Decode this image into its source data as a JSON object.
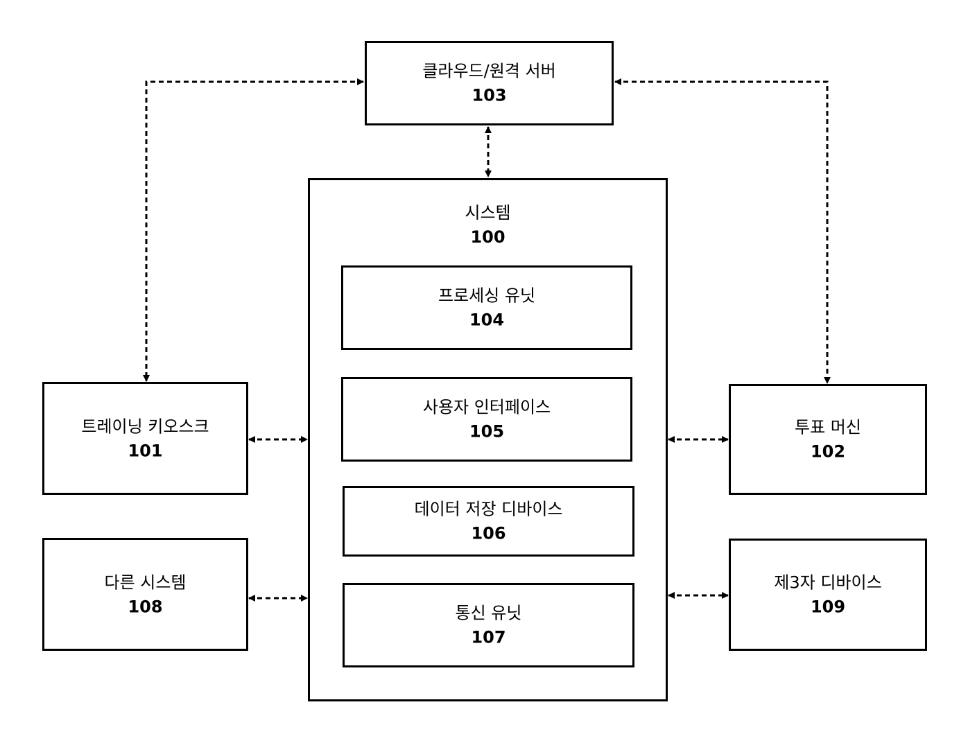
{
  "nodes": {
    "cloud": {
      "label": "클라우드/원격 서버",
      "ref": "103"
    },
    "system": {
      "label": "시스템",
      "ref": "100"
    },
    "processing": {
      "label": "프로세싱 유닛",
      "ref": "104"
    },
    "ui": {
      "label": "사용자 인터페이스",
      "ref": "105"
    },
    "storage": {
      "label": "데이터 저장 디바이스",
      "ref": "106"
    },
    "comm": {
      "label": "통신 유닛",
      "ref": "107"
    },
    "kiosk": {
      "label": "트레이닝 키오스크",
      "ref": "101"
    },
    "voting": {
      "label": "투표 머신",
      "ref": "102"
    },
    "other": {
      "label": "다른 시스템",
      "ref": "108"
    },
    "thirdparty": {
      "label": "제3자 디바이스",
      "ref": "109"
    }
  },
  "edges": [
    {
      "from": "cloud",
      "to": "system",
      "style": "dashed",
      "arrows": "both"
    },
    {
      "from": "cloud",
      "to": "kiosk",
      "style": "dashed",
      "arrows": "both"
    },
    {
      "from": "cloud",
      "to": "voting",
      "style": "dashed",
      "arrows": "both"
    },
    {
      "from": "kiosk",
      "to": "system",
      "style": "dashed",
      "arrows": "both"
    },
    {
      "from": "other",
      "to": "system",
      "style": "dashed",
      "arrows": "both"
    },
    {
      "from": "system",
      "to": "voting",
      "style": "dashed",
      "arrows": "both"
    },
    {
      "from": "system",
      "to": "thirdparty",
      "style": "dashed",
      "arrows": "both"
    }
  ]
}
